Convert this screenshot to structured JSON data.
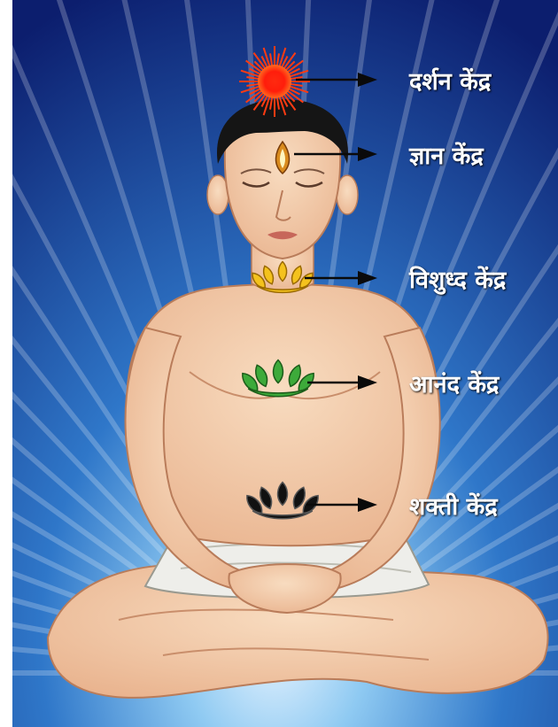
{
  "labels": {
    "darshan": "दर्शन केंद्र",
    "gyan": "ज्ञान केंद्र",
    "vishuddh": "विशुध्द केंद्र",
    "anand": "आनंद केंद्र",
    "shakti": "शक्ती केंद्र"
  },
  "colors": {
    "background_top": "#0c1e6e",
    "background_mid": "#2f77c9",
    "glow": "#e8f4ff",
    "skin": "#f3c9a3",
    "skin_shadow": "#d99a74",
    "hair": "#151515",
    "cloth": "#eeeeea",
    "darshan_sun": "#ff1d0b",
    "vishuddh_lotus": "#f4c21d",
    "anand_lotus": "#3daa3a",
    "shakti_lotus": "#111111",
    "arrow": "#0a0a0a",
    "label_text": "#ffffff"
  }
}
